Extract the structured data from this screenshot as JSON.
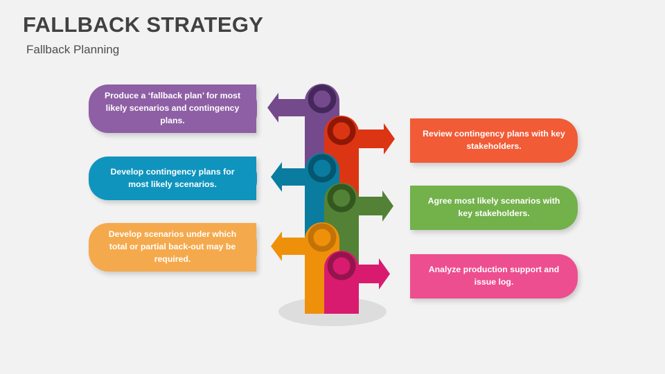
{
  "header": {
    "title": "FALLBACK STRATEGY",
    "subtitle": "Fallback Planning"
  },
  "left_cards": [
    {
      "id": "produce-fallback-plan",
      "text": "Produce a ‘fallback plan’ for most likely scenarios and contingency plans.",
      "color": "#8E5FA5"
    },
    {
      "id": "develop-contingency-plans",
      "text": "Develop contingency plans for most likely scenarios.",
      "color": "#0F94BE"
    },
    {
      "id": "develop-scenarios",
      "text": "Develop scenarios under which total or partial back-out may be required.",
      "color": "#F5A94D"
    }
  ],
  "right_cards": [
    {
      "id": "review-contingency-plans",
      "text": "Review contingency plans with key stakeholders.",
      "color": "#F15B36"
    },
    {
      "id": "agree-scenarios",
      "text": "Agree most likely scenarios with key stakeholders.",
      "color": "#73B14B"
    },
    {
      "id": "analyze-production-support",
      "text": "Analyze production support and issue log.",
      "color": "#ED4E8F"
    }
  ],
  "diagram": {
    "base_shadow_color": "#DDDDDD",
    "bars": [
      {
        "id": "bar-purple",
        "color": "#744A8C",
        "ring_color": "#45275B",
        "direction": "left"
      },
      {
        "id": "bar-red",
        "color": "#DC3514",
        "ring_color": "#8E1705",
        "direction": "right"
      },
      {
        "id": "bar-blue",
        "color": "#0A7CA0",
        "ring_color": "#04576F",
        "direction": "left"
      },
      {
        "id": "bar-green",
        "color": "#538236",
        "ring_color": "#33581F",
        "direction": "right"
      },
      {
        "id": "bar-orange",
        "color": "#EF900B",
        "ring_color": "#C27207",
        "direction": "left"
      },
      {
        "id": "bar-pink",
        "color": "#D81B6E",
        "ring_color": "#96144D",
        "direction": "right"
      }
    ]
  }
}
